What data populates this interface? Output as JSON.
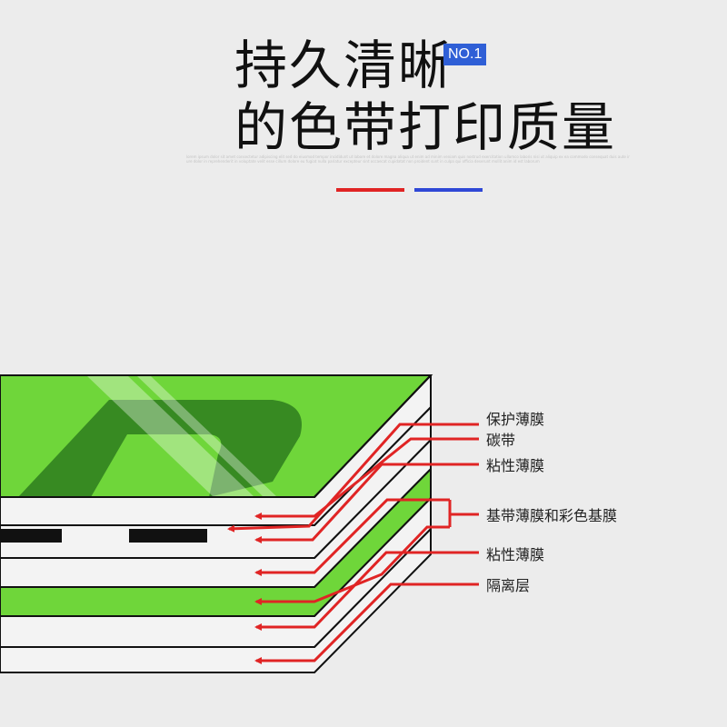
{
  "header": {
    "title_line1": "持久清晰",
    "title_line2": "的色带打印质量",
    "badge": "NO.1"
  },
  "colors": {
    "accent_red": "#e02424",
    "accent_blue": "#2f48d6",
    "green": "#6fd63a",
    "dark_green": "#2e7d1e",
    "background": "#ececec"
  },
  "layers": [
    {
      "label": "保护薄膜"
    },
    {
      "label": "碳带"
    },
    {
      "label": "粘性薄膜"
    },
    {
      "label": "基带薄膜和彩色基膜"
    },
    {
      "label": "粘性薄膜"
    },
    {
      "label": "隔离层"
    }
  ]
}
